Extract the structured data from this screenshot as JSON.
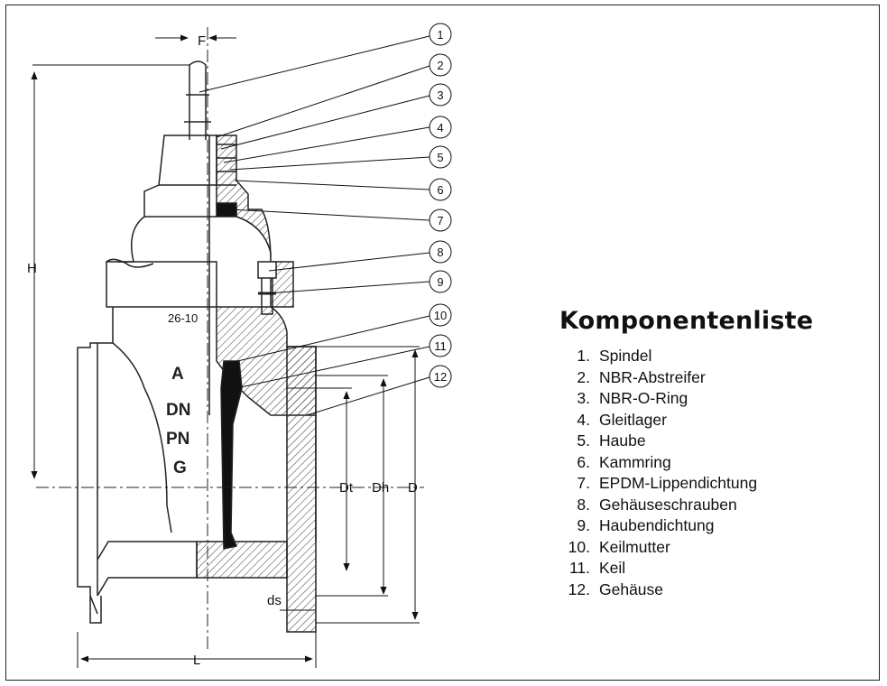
{
  "dimensions": {
    "F": "F",
    "H": "H",
    "L": "L",
    "Dt": "Dt",
    "Dh": "Dh",
    "D": "D",
    "ds": "ds"
  },
  "body_markings": {
    "cast_code": "26-10",
    "logo_letter": "A",
    "dn": "DN",
    "pn": "PN",
    "g": "G"
  },
  "callouts": [
    "1",
    "2",
    "3",
    "4",
    "5",
    "6",
    "7",
    "8",
    "9",
    "10",
    "11",
    "12"
  ],
  "parts_list": {
    "title": "Komponentenliste",
    "items": [
      {
        "num": "1.",
        "label": "Spindel"
      },
      {
        "num": "2.",
        "label": "NBR-Abstreifer"
      },
      {
        "num": "3.",
        "label": "NBR-O-Ring"
      },
      {
        "num": "4.",
        "label": "Gleitlager"
      },
      {
        "num": "5.",
        "label": "Haube"
      },
      {
        "num": "6.",
        "label": "Kammring"
      },
      {
        "num": "7.",
        "label": "EPDM-Lippendichtung"
      },
      {
        "num": "8.",
        "label": "Gehäuseschrauben"
      },
      {
        "num": "9.",
        "label": "Haubendichtung"
      },
      {
        "num": "10.",
        "label": "Keilmutter"
      },
      {
        "num": "11.",
        "label": "Keil"
      },
      {
        "num": "12.",
        "label": "Gehäuse"
      }
    ]
  }
}
